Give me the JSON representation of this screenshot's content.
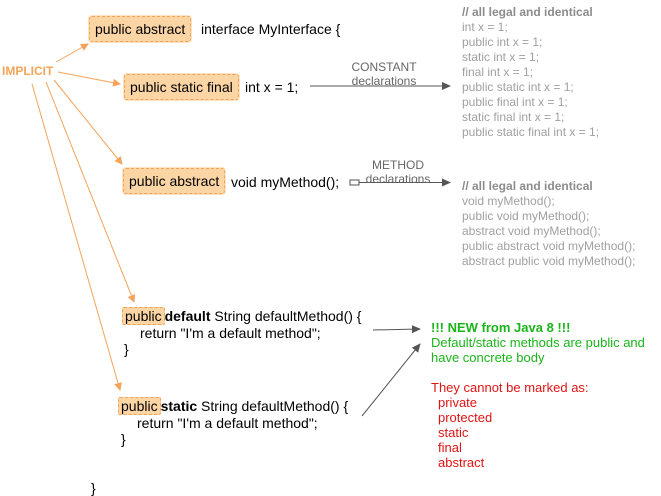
{
  "implicit_label": "IMPLICIT",
  "interface": {
    "modifier": "public abstract",
    "declaration": "interface MyInterface {",
    "closing": "}"
  },
  "constant": {
    "modifier": "public static final",
    "declaration": "int x = 1;",
    "arrow_label_1": "CONSTANT",
    "arrow_label_2": "declarations",
    "equivalents_title": "// all legal and identical",
    "equivalents": [
      "int x = 1;",
      "public int x = 1;",
      "static int x = 1;",
      "final int x = 1;",
      "public static int x = 1;",
      "public final int x = 1;",
      "static final int x = 1;",
      "public static final int x = 1;"
    ]
  },
  "method": {
    "modifier": "public abstract",
    "declaration": "void myMethod();",
    "arrow_label_1": "METHOD",
    "arrow_label_2": "declarations",
    "equivalents_title": "// all legal and identical",
    "equivalents": [
      "void myMethod();",
      "public void myMethod();",
      "abstract void myMethod();",
      "public abstract void myMethod();",
      "abstract public void myMethod();"
    ]
  },
  "default_method": {
    "modifier": "public",
    "keyword": "default",
    "signature": " String defaultMethod() {",
    "body": "return \"I'm a default method\";",
    "closing": "}"
  },
  "static_method": {
    "modifier": "public",
    "keyword": "static",
    "signature": " String defaultMethod() {",
    "body": "return \"I'm a default method\";",
    "closing": "}"
  },
  "note": {
    "new_title": "!!! NEW from Java 8 !!!",
    "desc_1": "Default/static methods are public and",
    "desc_2": "have concrete body",
    "cannot_title": "They cannot be marked as:",
    "cannot_items": [
      "private",
      "protected",
      "static",
      "final",
      "abstract"
    ]
  },
  "colors": {
    "highlight": "#fcd5a5",
    "implicit_arrow": "#f4a35a",
    "note_green": "#1ab51a",
    "note_red": "#e01414",
    "gray_text": "#a0a0a0"
  }
}
